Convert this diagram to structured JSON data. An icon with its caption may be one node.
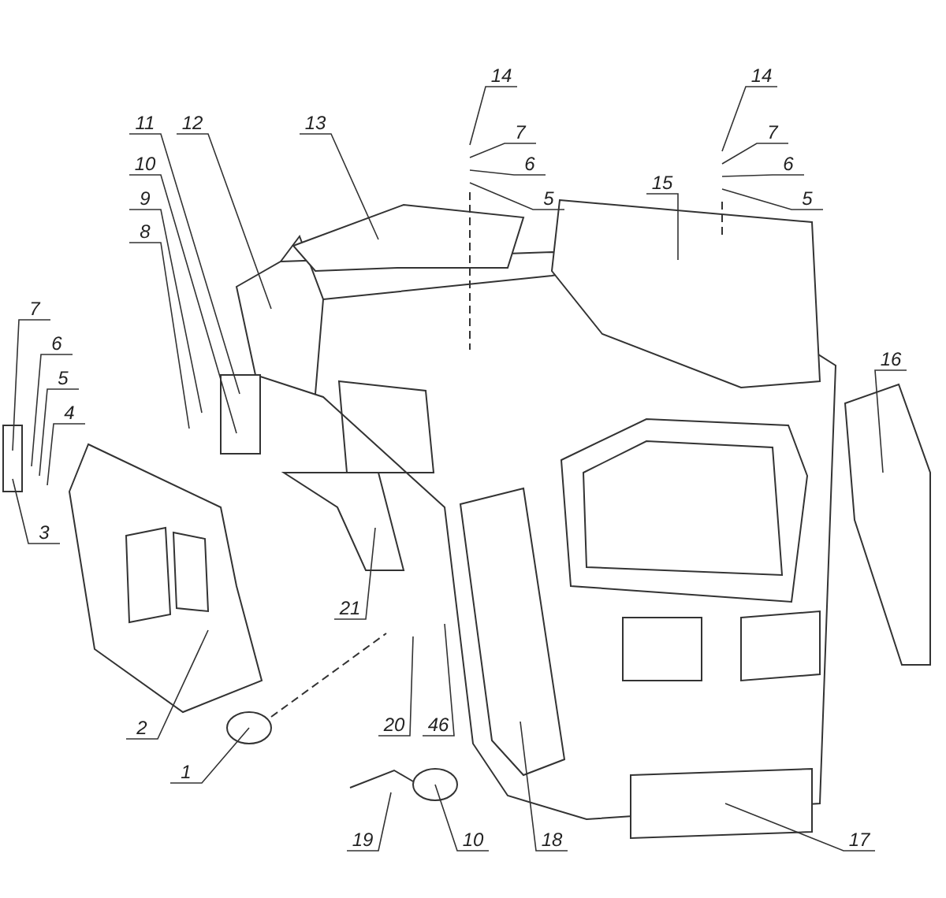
{
  "diagram": {
    "nodes": [
      {
        "text": [
          "1"
        ]
      },
      {
        "text": [
          "2"
        ]
      },
      {
        "text": [
          "3"
        ]
      },
      {
        "text": [
          "4"
        ]
      },
      {
        "text": [
          "5"
        ]
      },
      {
        "text": [
          "6"
        ]
      },
      {
        "text": [
          "7"
        ]
      },
      {
        "text": [
          "8"
        ]
      },
      {
        "text": [
          "9"
        ]
      },
      {
        "text": [
          "10"
        ]
      },
      {
        "text": [
          "11"
        ]
      },
      {
        "text": [
          "12"
        ]
      },
      {
        "text": [
          "13"
        ]
      },
      {
        "text": [
          "14"
        ]
      },
      {
        "text": [
          "7"
        ]
      },
      {
        "text": [
          "6"
        ]
      },
      {
        "text": [
          "5"
        ]
      },
      {
        "text": [
          "14"
        ]
      },
      {
        "text": [
          "7"
        ]
      },
      {
        "text": [
          "6"
        ]
      },
      {
        "text": [
          "5"
        ]
      },
      {
        "text": [
          "15"
        ]
      },
      {
        "text": [
          "16"
        ]
      },
      {
        "text": [
          "17"
        ]
      },
      {
        "text": [
          "18"
        ]
      },
      {
        "text": [
          "10"
        ]
      },
      {
        "text": [
          "19"
        ]
      },
      {
        "text": [
          "20"
        ]
      },
      {
        "text": [
          "46"
        ]
      },
      {
        "text": [
          "21"
        ]
      }
    ],
    "edges": [
      {
        "from": 0,
        "to": null,
        "arrow": "none"
      },
      {
        "from": 1,
        "to": null,
        "arrow": "none"
      },
      {
        "from": 2,
        "to": null,
        "arrow": "none"
      },
      {
        "from": 3,
        "to": null,
        "arrow": "none"
      },
      {
        "from": 4,
        "to": null,
        "arrow": "none"
      },
      {
        "from": 5,
        "to": null,
        "arrow": "none"
      },
      {
        "from": 6,
        "to": null,
        "arrow": "none"
      },
      {
        "from": 7,
        "to": null,
        "arrow": "none"
      },
      {
        "from": 8,
        "to": null,
        "arrow": "none"
      },
      {
        "from": 9,
        "to": null,
        "arrow": "none"
      },
      {
        "from": 10,
        "to": null,
        "arrow": "none"
      },
      {
        "from": 11,
        "to": null,
        "arrow": "none"
      },
      {
        "from": 12,
        "to": null,
        "arrow": "none"
      },
      {
        "from": 13,
        "to": null,
        "arrow": "none"
      },
      {
        "from": 14,
        "to": null,
        "arrow": "none"
      },
      {
        "from": 15,
        "to": null,
        "arrow": "none"
      },
      {
        "from": 16,
        "to": null,
        "arrow": "none"
      },
      {
        "from": 17,
        "to": null,
        "arrow": "none"
      },
      {
        "from": 18,
        "to": null,
        "arrow": "none"
      },
      {
        "from": 19,
        "to": null,
        "arrow": "none"
      },
      {
        "from": 20,
        "to": null,
        "arrow": "none"
      },
      {
        "from": 21,
        "to": null,
        "arrow": "none"
      },
      {
        "from": 22,
        "to": null,
        "arrow": "none"
      },
      {
        "from": 23,
        "to": null,
        "arrow": "none"
      },
      {
        "from": 24,
        "to": null,
        "arrow": "none"
      },
      {
        "from": 25,
        "to": null,
        "arrow": "none"
      },
      {
        "from": 26,
        "to": null,
        "arrow": "none"
      },
      {
        "from": 27,
        "to": null,
        "arrow": "none"
      },
      {
        "from": 28,
        "to": null,
        "arrow": "none"
      },
      {
        "from": 29,
        "to": null,
        "arrow": "none"
      }
    ]
  }
}
